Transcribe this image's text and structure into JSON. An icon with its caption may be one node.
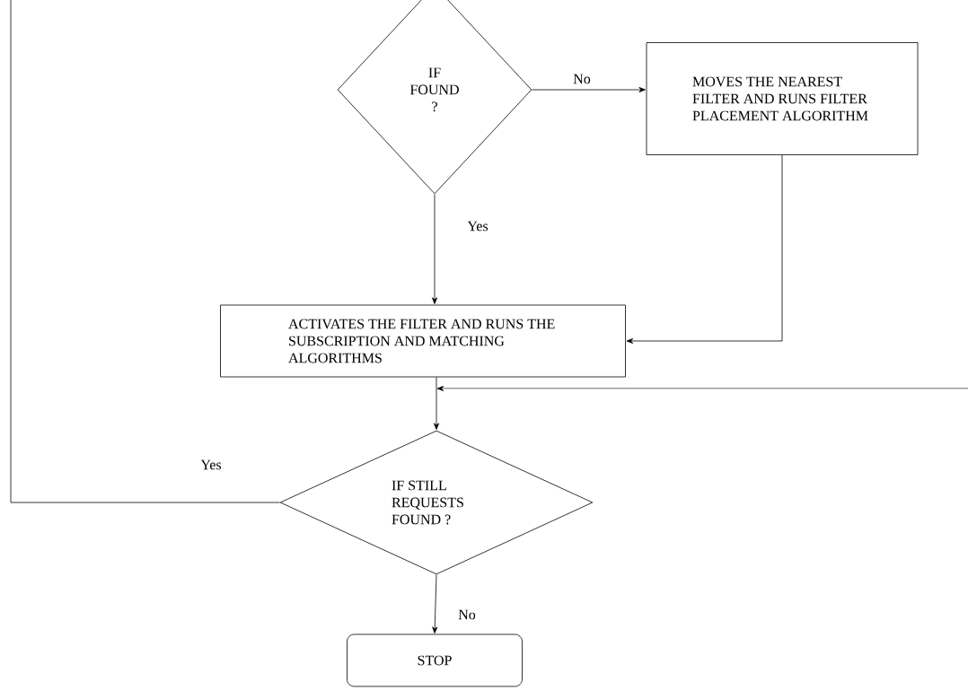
{
  "diagram": {
    "nodes": [
      {
        "text": [
          "IF FOUND ?"
        ]
      },
      {
        "text": [
          "MOVES THE NEAREST FILTER AND RUNS FILTER PLACEMENT ALGORITHM"
        ]
      },
      {
        "text": [
          "ACTIVATES THE FILTER AND RUNS THE SUBSCRIPTION AND MATCHING ALGORITHMS"
        ]
      },
      {
        "text": [
          "IF STILL REQUESTS FOUND ?"
        ]
      },
      {
        "text": [
          "STOP"
        ]
      }
    ],
    "edges": [
      {
        "from": 0,
        "to": 1,
        "arrow": "to",
        "label": "No"
      },
      {
        "from": 0,
        "to": 2,
        "arrow": "to",
        "label": "Yes"
      },
      {
        "from": 1,
        "to": 2,
        "arrow": "to"
      },
      {
        "from": 2,
        "to": 3,
        "arrow": "to"
      },
      {
        "from": null,
        "to": 3,
        "arrow": "to"
      },
      {
        "from": 3,
        "to": null,
        "arrow": "none",
        "label": "Yes"
      },
      {
        "from": 3,
        "to": 4,
        "arrow": "to",
        "label": "No"
      }
    ]
  }
}
